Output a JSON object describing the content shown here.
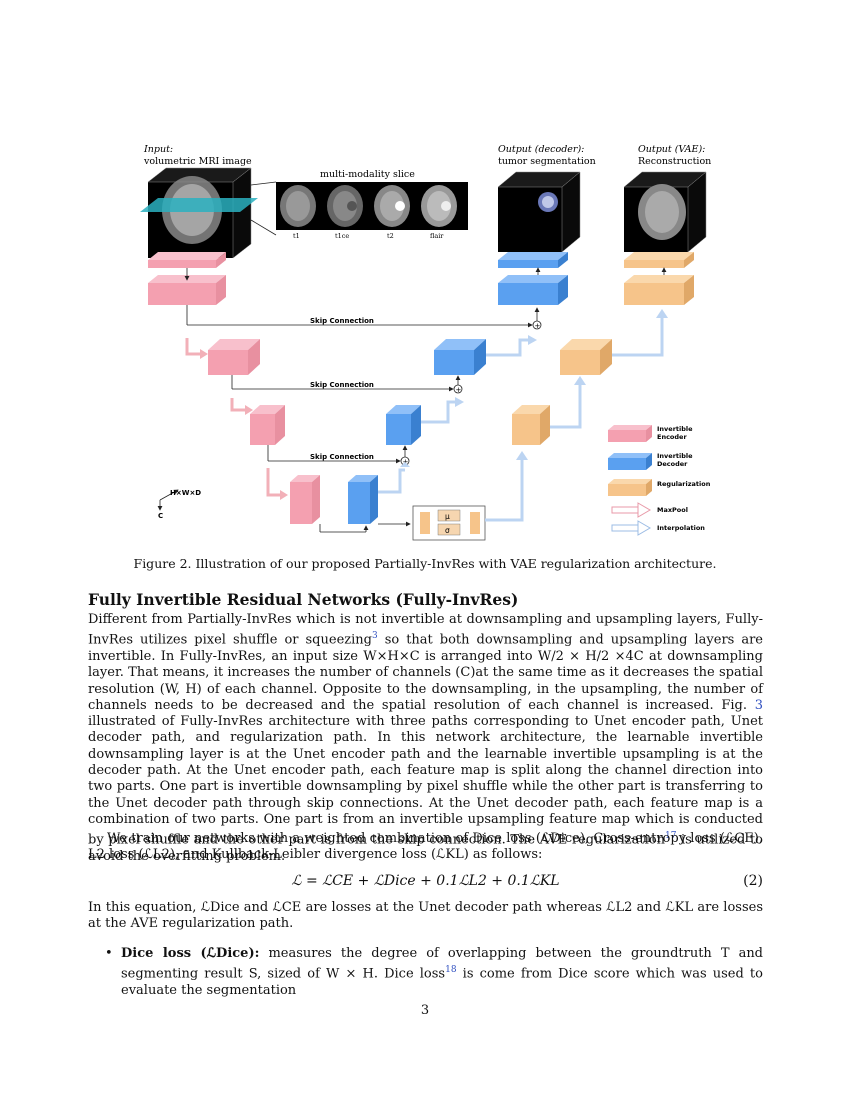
{
  "figure": {
    "input_title": "Input:",
    "input_subtitle": "volumetric MRI image",
    "slice_title": "multi-modality slice",
    "slice_labels": [
      "t1",
      "t1ce",
      "t2",
      "flair"
    ],
    "output_decoder_title": "Output (decoder):",
    "output_decoder_subtitle": "tumor segmentation",
    "output_vae_title": "Output (VAE):",
    "output_vae_subtitle": "Reconstruction",
    "skip_labels": [
      "Skip Connection",
      "Skip Connection",
      "Skip Connection"
    ],
    "plus": "+",
    "mu": "μ",
    "sigma": "σ",
    "axis_label": "H×W×D",
    "axis_c": "C",
    "legend": [
      {
        "label": "Invertible Encoder",
        "color": "#f4a0b0"
      },
      {
        "label": "Invertible Decoder",
        "color": "#5aa0f0"
      },
      {
        "label": "Regularization",
        "color": "#f6c48a"
      },
      {
        "label": "MaxPool",
        "color": "#f2b0b8"
      },
      {
        "label": "Interpolation",
        "color": "#bcd4f2"
      }
    ]
  },
  "caption": "Figure 2. Illustration of our proposed Partially-InvRes with VAE regularization architecture.",
  "section_title": "Fully Invertible Residual Networks (Fully-InvRes)",
  "para1": {
    "a": "Different from Partially-InvRes which is not invertible at downsampling and upsampling layers, Fully-InvRes utilizes pixel shuffle or squeezing",
    "ref_a": "3",
    "b": " so that both downsampling and upsampling layers are invertible. In Fully-InvRes, an input size W×H×C is arranged into W/2 × H/2 ×4C at downsampling layer. That means, it increases the number of channels (C)at the same time as it decreases the spatial resolution (W, H) of each channel. Opposite to the downsampling, in the upsampling, the number of channels needs to be decreased and the spatial resolution of each channel is increased. Fig. ",
    "fig_ref": "3",
    "c": " illustrated of Fully-InvRes architecture with three paths corresponding to Unet encoder path, Unet decoder path, and regularization path. In this network architecture, the learnable invertible downsampling layer is at the Unet encoder path and the learnable invertible upsampling is at the decoder path. At the Unet encoder path, each feature map is split along the channel direction into two parts. One part is invertible downsampling by pixel shuffle while the other part is transferring to the Unet decoder path through skip connections. At the Unet decoder path, each feature map is a combination of two parts. One part is from an invertible upsampling feature map which is conducted by pixel shuffle and the other part is from the skip connection. The AVE regularization",
    "ref_b": "17",
    "d": " is utilized to avoid the overfitting problem."
  },
  "para2": "We train our networks with a weighted combination of Dice loss (ℒDice), Cross-entropy loss (ℒCE), L2 loss (ℒL2), and Kullback-Leibler divergence loss (ℒKL) as follows:",
  "equation": {
    "text": "ℒ = ℒCE + ℒDice + 0.1ℒL2 + 0.1ℒKL",
    "number": "(2)"
  },
  "para3": "In this equation, ℒDice and ℒCE are losses at the Unet decoder path whereas ℒL2 and ℒKL are losses at the AVE regularization path.",
  "bullet": {
    "dot": "•",
    "head": "Dice loss (ℒDice):",
    "a": " measures the degree of overlapping between the groundtruth T and segmenting result S, sized of W × H. Dice loss",
    "ref": "18",
    "b": " is come from Dice score which was used to evaluate the segmentation"
  },
  "page_number": "3"
}
